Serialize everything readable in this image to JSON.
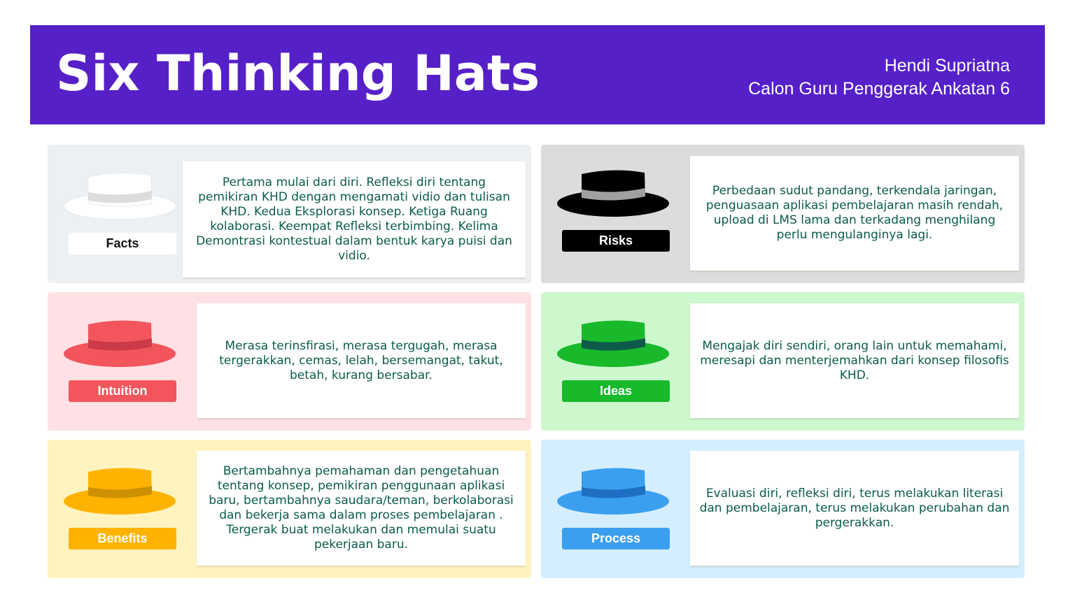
{
  "header": {
    "title": "Six Thinking Hats",
    "author_name": "Hendi Supriatna",
    "author_role": "Calon Guru Penggerak Ankatan 6"
  },
  "hats": [
    {
      "label": "Facts",
      "text": "Pertama mulai dari diri. Refleksi diri tentang pemikiran KHD dengan mengamati vidio dan tulisan KHD. Kedua Eksplorasi konsep. Ketiga Ruang kolaborasi. Keempat Refleksi terbimbing. Kelima Demontrasi kontestual dalam bentuk karya puisi dan vidio.",
      "bg": "#edf0f3",
      "hat": "#ffffff",
      "band": "#dcdcdc",
      "label_bg": "#ffffff",
      "label_color": "#111111"
    },
    {
      "label": "Risks",
      "text": "Perbedaan sudut pandang, terkendala jaringan, penguasaan aplikasi pembelajaran masih rendah, upload di LMS lama dan terkadang menghilang perlu mengulanginya lagi.",
      "bg": "#dcdcdc",
      "hat": "#000000",
      "band": "#a0a0a0",
      "label_bg": "#000000",
      "label_color": "#ffffff"
    },
    {
      "label": "Intuition",
      "text": "Merasa terinsfirasi, merasa tergugah, merasa tergerakkan, cemas, lelah, bersemangat, takut, betah, kurang bersabar.",
      "bg": "#ffe1e5",
      "hat": "#f2555c",
      "band": "#cc3a48",
      "label_bg": "#f2555c",
      "label_color": "#ffffff"
    },
    {
      "label": "Ideas",
      "text": "Mengajak diri sendiri, orang lain untuk memahami, meresapi dan menterjemahkan dari konsep filosofis KHD.",
      "bg": "#cdf7cd",
      "hat": "#18b92b",
      "band": "#0d5a4a",
      "label_bg": "#18b92b",
      "label_color": "#ffffff"
    },
    {
      "label": "Benefits",
      "text": "Bertambahnya pemahaman dan pengetahuan tentang konsep, pemikiran penggunaan aplikasi baru, bertambahnya saudara/teman, berkolaborasi dan bekerja sama dalam proses pembelajaran . Tergerak buat melakukan dan memulai suatu pekerjaan baru.",
      "bg": "#fff4bf",
      "hat": "#ffb300",
      "band": "#cc9000",
      "label_bg": "#ffb300",
      "label_color": "#ffffff"
    },
    {
      "label": "Process",
      "text": "Evaluasi diri, refleksi diri, terus melakukan literasi dan pembelajaran, terus melakukan perubahan dan pergerakkan.",
      "bg": "#d4eefe",
      "hat": "#3b9ff0",
      "band": "#1e6fc4",
      "label_bg": "#3b9ff0",
      "label_color": "#ffffff"
    }
  ]
}
